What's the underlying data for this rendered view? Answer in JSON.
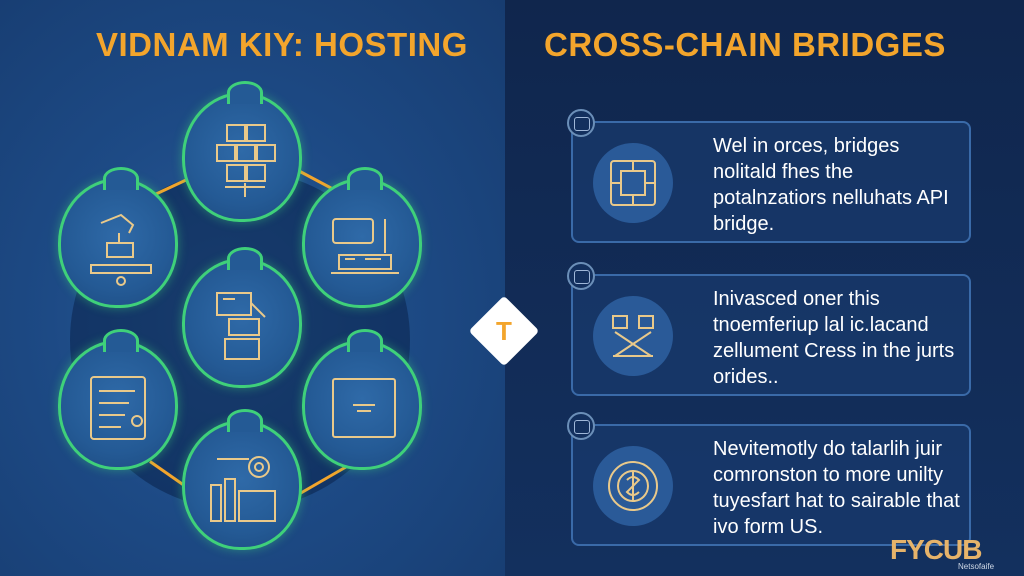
{
  "left": {
    "title": "VIDNAM KIY: HOSTING"
  },
  "right": {
    "title": "CROSS-CHAIN BRIDGES"
  },
  "center_badge": {
    "letter": "T"
  },
  "cards": [
    {
      "text": "Wel in orces, bridges nolitald fhes the potalnzatiors nelluhats API bridge.",
      "icon": "circuit-icon"
    },
    {
      "text": "Inivasced oner this tnoemferiup lal ic.lacand zellument Cress in the jurts orides..",
      "icon": "bridge-link-icon"
    },
    {
      "text": "Nevitemotly do talarlih juir comronston to more unilty tuyesfart hat to sairable that ivo form US.",
      "icon": "coin-target-icon"
    }
  ],
  "hub_nodes": [
    {
      "icon": "blocks-icon"
    },
    {
      "icon": "robot-arm-icon"
    },
    {
      "icon": "server-machine-icon"
    },
    {
      "icon": "hosting-server-icon"
    },
    {
      "icon": "document-icon"
    },
    {
      "icon": "storage-box-icon"
    },
    {
      "icon": "gear-buildings-icon"
    }
  ],
  "brand": {
    "name": "FYCUB",
    "subtitle": "Netsofaife"
  },
  "colors": {
    "accent": "#f3a52c",
    "glow": "#3fd07a",
    "panel_left": "#1d4a85",
    "panel_right": "#13305e",
    "text": "#ffffff"
  }
}
